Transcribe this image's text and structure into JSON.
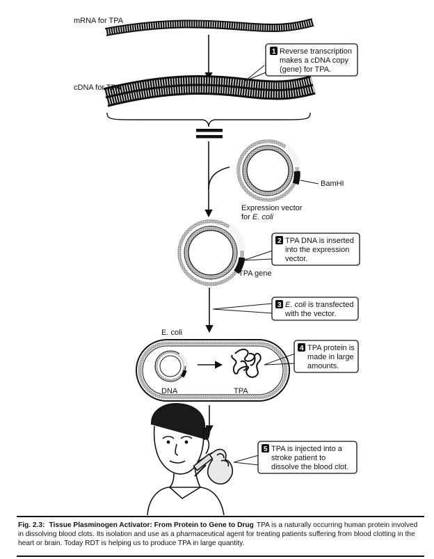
{
  "labels": {
    "mrna": "mRNA for TPA",
    "cdna": "cDNA for TPA",
    "bamhi": "BamHI",
    "vector_line1": "Expression vector",
    "vector_line2_prefix": "for ",
    "vector_line2_italic": "E. coli",
    "tpa_gene": "TPA gene",
    "ecoli": "E. coli",
    "dna": "DNA",
    "tpa": "TPA"
  },
  "steps": [
    {
      "num": "1",
      "lines": [
        "Reverse transcription",
        "makes a cDNA copy",
        "(gene) for TPA."
      ]
    },
    {
      "num": "2",
      "lines": [
        "TPA DNA is inserted",
        "into the expression",
        "vector."
      ]
    },
    {
      "num": "3",
      "lines_italic_prefix": "E. coli",
      "lines": [
        " is transfected",
        "with the vector."
      ]
    },
    {
      "num": "4",
      "lines": [
        "TPA protein is",
        "made in large",
        "amounts."
      ]
    },
    {
      "num": "5",
      "lines": [
        "TPA is injected into a",
        "stroke patient to",
        "dissolve the blood clot."
      ]
    }
  ],
  "caption": {
    "fig": "Fig. 2.3:",
    "title": "Tissue Plasminogen Activator: From Protein to Gene to Drug",
    "body": "TPA is a naturally occurring human protein involved in dissolving blood clots. Its isolation and use as a pharmaceutical agent for treating patients suffering from blood clotting in the heart or brain. Today RDT is helping us to produce TPA in large quantity."
  }
}
